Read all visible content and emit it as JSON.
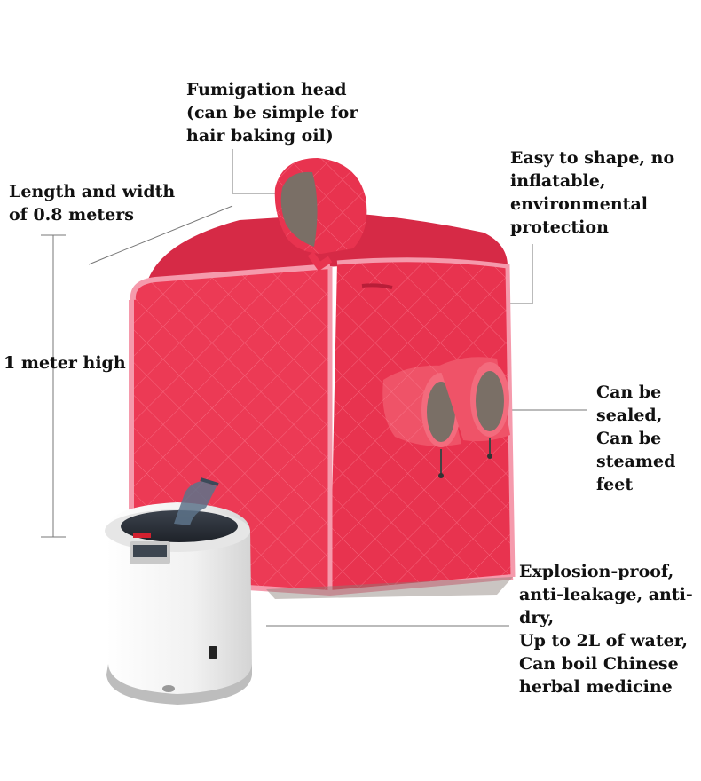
{
  "colors": {
    "tent": "#e8334f",
    "tent_shade": "#c92440",
    "tent_trim": "#f59aac",
    "lining": "#7a6f66",
    "steamer": "#f3f3f3",
    "steamer_lid": "#2a2f38",
    "leader_line": "#777777"
  },
  "labels": {
    "fumigation_head": "Fumigation head\n(can be simple for\nhair baking oil)",
    "length_width": "Length and width\nof 0.8 meters",
    "height": "1 meter high",
    "easy_shape": "Easy to shape, no\ninflatable,\nenvironmental\nprotection",
    "sealed": "Can be\nsealed,\nCan be\nsteamed\nfeet",
    "explosion_proof": "Explosion-proof,\nanti-leakage, anti-\ndry,\nUp to 2L of water,\nCan boil Chinese\nherbal medicine"
  }
}
